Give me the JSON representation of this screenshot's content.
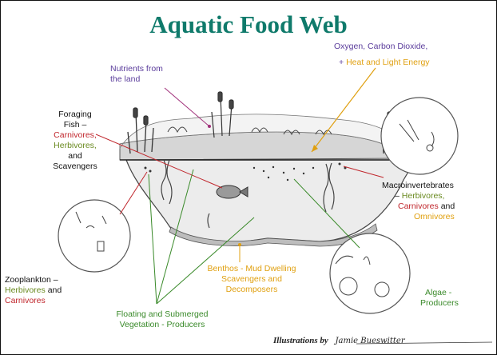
{
  "title": "Aquatic Food Web",
  "colors": {
    "title": "#0f7a6b",
    "purple": "#5b3d9c",
    "magenta": "#a0307a",
    "orange": "#e0a010",
    "red": "#c0262c",
    "green": "#3a8a2a",
    "olive": "#6a8a20",
    "dark": "#111111"
  },
  "labels": {
    "nutrients": {
      "line1": "Nutrients from",
      "line2": "the land"
    },
    "oxygen": {
      "line1": "Oxygen, Carbon Dioxide,",
      "plus": "+",
      "heat": "Heat and Light Energy"
    },
    "foraging": {
      "l1": "Foraging",
      "l2": "Fish –",
      "carnivores": "Carnivores,",
      "herbivores": "Herbivores,",
      "and": "and",
      "scavengers": "Scavengers"
    },
    "macro": {
      "l1": "Macroinvertebrates",
      "dash": "–",
      "herbivores": "Herbivores,",
      "carnivores": "Carnivores",
      "and": "and",
      "omnivores": "Omnivores"
    },
    "zoo": {
      "l1": "Zooplankton –",
      "herbivores": "Herbivores",
      "and": "and",
      "carnivores": "Carnivores"
    },
    "floating": {
      "l1": "Floating and Submerged",
      "l2": "Vegetation - Producers"
    },
    "benthos": {
      "l1": "Benthos - Mud Dwelling",
      "l2": "Scavengers and",
      "l3": "Decomposers"
    },
    "algae": {
      "l1": "Algae -",
      "l2": "Producers"
    }
  },
  "credit": {
    "prefix": "Illustrations by",
    "signature": "Jamie Bueswitter"
  }
}
